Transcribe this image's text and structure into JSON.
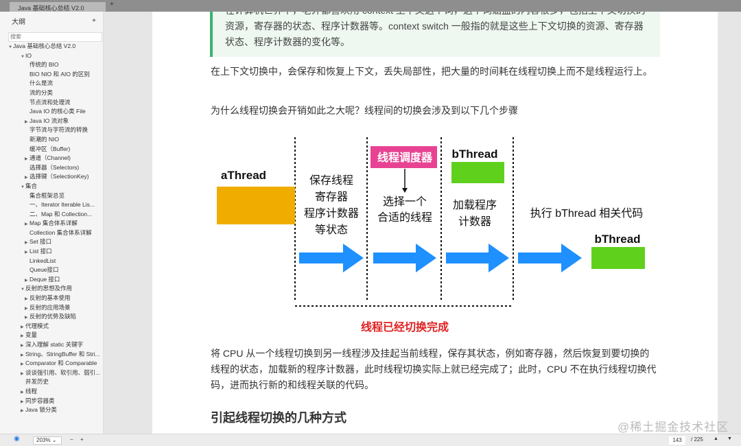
{
  "tab": {
    "title": "Java 基础核心总结 V2.0",
    "add": "+"
  },
  "sidebar": {
    "title": "大纲",
    "add": "+",
    "search_placeholder": "搜索",
    "items": [
      {
        "label": "Java 基础核心总结 V2.0",
        "level": 0,
        "toggle": "▼"
      },
      {
        "label": "IO",
        "level": 1,
        "toggle": "▼"
      },
      {
        "label": "传统的 BIO",
        "level": 2,
        "toggle": ""
      },
      {
        "label": "BIO NIO 和 AIO 的区别",
        "level": 2,
        "toggle": ""
      },
      {
        "label": "什么是流",
        "level": 2,
        "toggle": ""
      },
      {
        "label": "流的分类",
        "level": 2,
        "toggle": ""
      },
      {
        "label": "节点流和处理流",
        "level": 2,
        "toggle": ""
      },
      {
        "label": "Java IO 的核心类 File",
        "level": 2,
        "toggle": ""
      },
      {
        "label": "Java IO 流对象",
        "level": 2,
        "toggle": "▶"
      },
      {
        "label": "字节流与字符流的转换",
        "level": 2,
        "toggle": ""
      },
      {
        "label": "新潮的 NIO",
        "level": 2,
        "toggle": ""
      },
      {
        "label": "缓冲区（Buffer)",
        "level": 2,
        "toggle": ""
      },
      {
        "label": "通道（Channel)",
        "level": 2,
        "toggle": "▶"
      },
      {
        "label": "选择器（Selectors)",
        "level": 2,
        "toggle": ""
      },
      {
        "label": "选择键（SelectionKey)",
        "level": 2,
        "toggle": "▶"
      },
      {
        "label": "集合",
        "level": 1,
        "toggle": "▼"
      },
      {
        "label": "集合框架总览",
        "level": 2,
        "toggle": ""
      },
      {
        "label": "一、Iterator  Iterable Lis...",
        "level": 2,
        "toggle": ""
      },
      {
        "label": "二、Map 和 Collection...",
        "level": 2,
        "toggle": ""
      },
      {
        "label": "Map 集合体系详解",
        "level": 2,
        "toggle": "▶"
      },
      {
        "label": "Collection 集合体系详解",
        "level": 2,
        "toggle": ""
      },
      {
        "label": "Set 接口",
        "level": 2,
        "toggle": "▶"
      },
      {
        "label": "List 接口",
        "level": 2,
        "toggle": "▶"
      },
      {
        "label": "LinkedList",
        "level": 2,
        "toggle": ""
      },
      {
        "label": "Queue接口",
        "level": 2,
        "toggle": ""
      },
      {
        "label": "Deque 接口",
        "level": 2,
        "toggle": "▶"
      },
      {
        "label": "反射的思想及作用",
        "level": 1,
        "toggle": "▼"
      },
      {
        "label": "反射的基本使用",
        "level": 2,
        "toggle": "▶"
      },
      {
        "label": "反射的应用场景",
        "level": 2,
        "toggle": "▶"
      },
      {
        "label": "反射的优势及缺陷",
        "level": 2,
        "toggle": "▶"
      },
      {
        "label": "代理模式",
        "level": 1,
        "toggle": "▶"
      },
      {
        "label": "变量",
        "level": 1,
        "toggle": "▶"
      },
      {
        "label": "深入理解 static 关键字",
        "level": 1,
        "toggle": "▶"
      },
      {
        "label": "String、StringBuffer 和 Stri...",
        "level": 1,
        "toggle": "▶"
      },
      {
        "label": "Comparator 和 Comparable",
        "level": 1,
        "toggle": "▶"
      },
      {
        "label": "谈谈强引用、软引用、弱引...",
        "level": 1,
        "toggle": "▶"
      },
      {
        "label": "并发历史",
        "level": 1,
        "toggle": ""
      },
      {
        "label": "线程",
        "level": 1,
        "toggle": "▶"
      },
      {
        "label": "同步容器类",
        "level": 1,
        "toggle": "▶"
      },
      {
        "label": "Java 锁分类",
        "level": 1,
        "toggle": "▶"
      }
    ]
  },
  "content": {
    "quote": "在计算机世界中，老外都喜欢用 context 上下文这个词，这个词涵盖的内容很多，包括上下文切换的资源，寄存器的状态、程序计数器等。context switch 一般指的就是这些上下文切换的资源、寄存器状态、程序计数器的变化等。",
    "p1": "在上下文切换中，会保存和恢复上下文，丢失局部性，把大量的时间耗在线程切换上而不是线程运行上。",
    "p2": "为什么线程切换会开销如此之大呢？线程间的切换会涉及到以下几个步骤",
    "p3": "将 CPU 从一个线程切换到另一线程涉及挂起当前线程，保存其状态，例如寄存器，然后恢复到要切换的线程的状态，加载新的程序计数器，此时线程切换实际上就已经完成了；此时，CPU 不在执行线程切换代码，进而执行新的和线程关联的代码。",
    "h2": "引起线程切换的几种方式"
  },
  "diagram": {
    "athread": "aThread",
    "step1": [
      "保存线程",
      "寄存器",
      "程序计数器",
      "等状态"
    ],
    "scheduler": "线程调度器",
    "step2": [
      "选择一个",
      "合适的线程"
    ],
    "bthread_top": "bThread",
    "step3": [
      "加载程序",
      "计数器"
    ],
    "step4": "执行 bThread 相关代码",
    "bthread_end": "bThread",
    "done": "线程已经切换完成",
    "colors": {
      "orange": "#f0ad00",
      "pink": "#e84393",
      "green": "#5fd11d",
      "blue": "#1e90ff",
      "red": "#e02020"
    }
  },
  "watermark": "@稀土掘金技术社区",
  "bottom": {
    "zoom": "203%",
    "minus": "−",
    "plus": "+",
    "page": "143",
    "total": "/ 225",
    "up": "▲",
    "down": "▼"
  }
}
